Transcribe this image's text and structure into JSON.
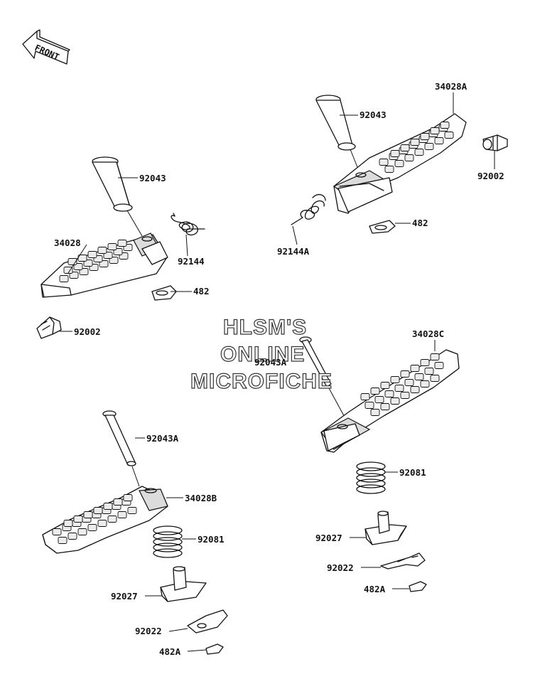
{
  "front_arrow": {
    "label": "FRONT"
  },
  "watermark": {
    "line1": "HLSM'S",
    "line2": "ONLINE",
    "line3": "MICROFICHE"
  },
  "callouts": [
    {
      "key": "92043_left",
      "text": "92043"
    },
    {
      "key": "34028",
      "text": "34028"
    },
    {
      "key": "92144",
      "text": "92144"
    },
    {
      "key": "482_left",
      "text": "482"
    },
    {
      "key": "92002_left",
      "text": "92002"
    },
    {
      "key": "92043_right",
      "text": "92043"
    },
    {
      "key": "34028A",
      "text": "34028A"
    },
    {
      "key": "92002_right",
      "text": "92002"
    },
    {
      "key": "482_right",
      "text": "482"
    },
    {
      "key": "92144A",
      "text": "92144A"
    },
    {
      "key": "34028C",
      "text": "34028C"
    },
    {
      "key": "92043A_mid",
      "text": "92043A"
    },
    {
      "key": "92081_right",
      "text": "92081"
    },
    {
      "key": "92027_right",
      "text": "92027"
    },
    {
      "key": "92022_right",
      "text": "92022"
    },
    {
      "key": "482A_right",
      "text": "482A"
    },
    {
      "key": "92043A_left",
      "text": "92043A"
    },
    {
      "key": "34028B",
      "text": "34028B"
    },
    {
      "key": "92081_left",
      "text": "92081"
    },
    {
      "key": "92027_left",
      "text": "92027"
    },
    {
      "key": "92022_left",
      "text": "92022"
    },
    {
      "key": "482A_left",
      "text": "482A"
    }
  ]
}
